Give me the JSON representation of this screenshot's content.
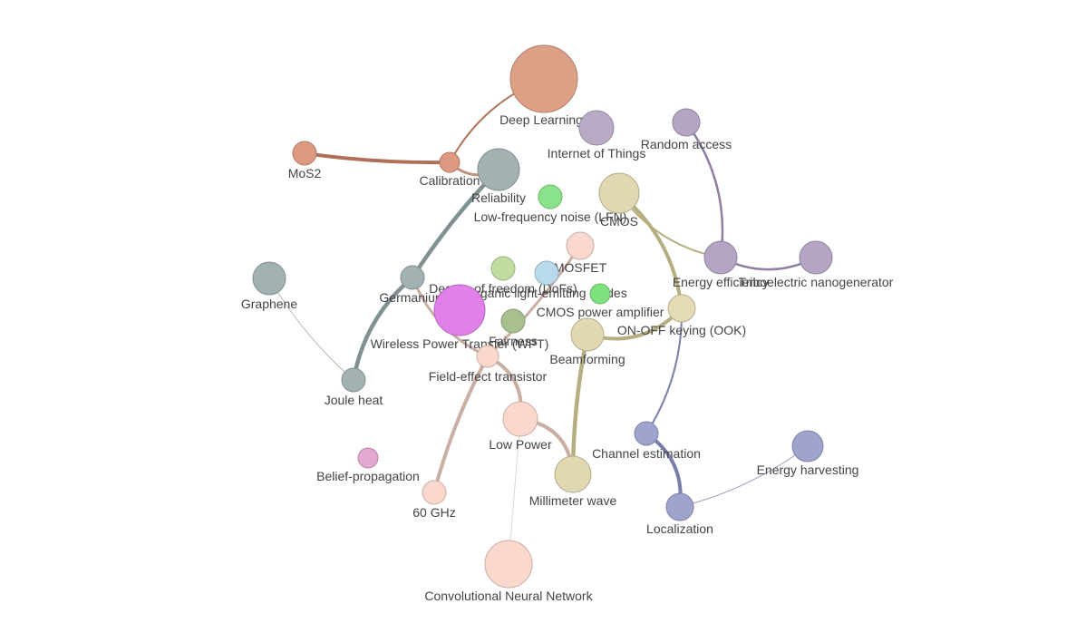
{
  "nodes": [
    {
      "id": "deep-learning",
      "label": "Deep Learning",
      "color": "#dca087"
    },
    {
      "id": "internet-of-things",
      "label": "Internet of Things",
      "color": "#b8abc6"
    },
    {
      "id": "random-access",
      "label": "Random access",
      "color": "#b3a5c3"
    },
    {
      "id": "mos2",
      "label": "MoS2",
      "color": "#dc9880"
    },
    {
      "id": "calibration",
      "label": "Calibration",
      "color": "#dc9880"
    },
    {
      "id": "reliability",
      "label": "Reliability",
      "color": "#a2b1b1"
    },
    {
      "id": "lfn",
      "label": "Low-frequency noise (LFN)",
      "color": "#8ae28a"
    },
    {
      "id": "cmos",
      "label": "CMOS",
      "color": "#e0d8b0"
    },
    {
      "id": "mosfet",
      "label": "MOSFET",
      "color": "#fad8cd"
    },
    {
      "id": "graphene",
      "label": "Graphene",
      "color": "#a2b1b1"
    },
    {
      "id": "germanium",
      "label": "Germanium",
      "color": "#a2b1b1"
    },
    {
      "id": "dofs",
      "label": "Degree of freedom (DoFs)",
      "color": "#c0dca0"
    },
    {
      "id": "oled",
      "label": "Organic light-emitting diodes",
      "color": "#b8daea"
    },
    {
      "id": "cmos-pa",
      "label": "CMOS power amplifier",
      "color": "#7ee27e"
    },
    {
      "id": "energy-efficiency",
      "label": "Energy efficiency",
      "color": "#b3a5c3"
    },
    {
      "id": "teng",
      "label": "Triboelectric nanogenerator",
      "color": "#b3a5c3"
    },
    {
      "id": "wpt",
      "label": "Wireless Power Transfer (WPT)",
      "color": "#e080e8"
    },
    {
      "id": "fairness",
      "label": "Fairness",
      "color": "#a8c08c"
    },
    {
      "id": "ook",
      "label": "ON-OFF keying (OOK)",
      "color": "#e4dbb4"
    },
    {
      "id": "beamforming",
      "label": "Beamforming",
      "color": "#e0d8b0"
    },
    {
      "id": "fet",
      "label": "Field-effect transistor",
      "color": "#fad8cd"
    },
    {
      "id": "joule-heat",
      "label": "Joule heat",
      "color": "#a2b1b1"
    },
    {
      "id": "low-power",
      "label": "Low Power",
      "color": "#fad8cd"
    },
    {
      "id": "channel-estimation",
      "label": "Channel estimation",
      "color": "#a0a3cc"
    },
    {
      "id": "energy-harvesting",
      "label": "Energy harvesting",
      "color": "#a0a3cc"
    },
    {
      "id": "belief-propagation",
      "label": "Belief-propagation",
      "color": "#e4a8d0"
    },
    {
      "id": "mmwave",
      "label": "Millimeter wave",
      "color": "#e0d8b0"
    },
    {
      "id": "60ghz",
      "label": "60 GHz",
      "color": "#fad8cd"
    },
    {
      "id": "localization",
      "label": "Localization",
      "color": "#a0a3cc"
    },
    {
      "id": "cnn",
      "label": "Convolutional Neural Network",
      "color": "#fad8cd"
    }
  ],
  "edges": [
    {
      "from": "mos2",
      "to": "calibration",
      "color": "#b07058"
    },
    {
      "from": "calibration",
      "to": "deep-learning",
      "color": "#b07058"
    },
    {
      "from": "calibration",
      "to": "reliability",
      "color": "#c09080"
    },
    {
      "from": "reliability",
      "to": "germanium",
      "color": "#7f9190"
    },
    {
      "from": "germanium",
      "to": "joule-heat",
      "color": "#7f9190"
    },
    {
      "from": "graphene",
      "to": "joule-heat",
      "color": "#b0bcbc"
    },
    {
      "from": "germanium",
      "to": "fet",
      "color": "#c9aea4"
    },
    {
      "from": "fet",
      "to": "mosfet",
      "color": "#c9aea4"
    },
    {
      "from": "fet",
      "to": "low-power",
      "color": "#c9aea4"
    },
    {
      "from": "fet",
      "to": "60ghz",
      "color": "#c9aea4"
    },
    {
      "from": "low-power",
      "to": "mmwave",
      "color": "#c9aea4"
    },
    {
      "from": "low-power",
      "to": "cnn",
      "color": "#d8d8d8"
    },
    {
      "from": "cmos",
      "to": "energy-efficiency",
      "color": "#b5ae80"
    },
    {
      "from": "cmos",
      "to": "ook",
      "color": "#b5ae80"
    },
    {
      "from": "ook",
      "to": "beamforming",
      "color": "#b5ae80"
    },
    {
      "from": "beamforming",
      "to": "mmwave",
      "color": "#b5ae80"
    },
    {
      "from": "random-access",
      "to": "energy-efficiency",
      "color": "#8e7ea0"
    },
    {
      "from": "energy-efficiency",
      "to": "teng",
      "color": "#8e7ea0"
    },
    {
      "from": "ook",
      "to": "channel-estimation",
      "color": "#7a7da8"
    },
    {
      "from": "channel-estimation",
      "to": "localization",
      "color": "#7a7da8"
    },
    {
      "from": "localization",
      "to": "energy-harvesting",
      "color": "#9a9cc0"
    }
  ]
}
